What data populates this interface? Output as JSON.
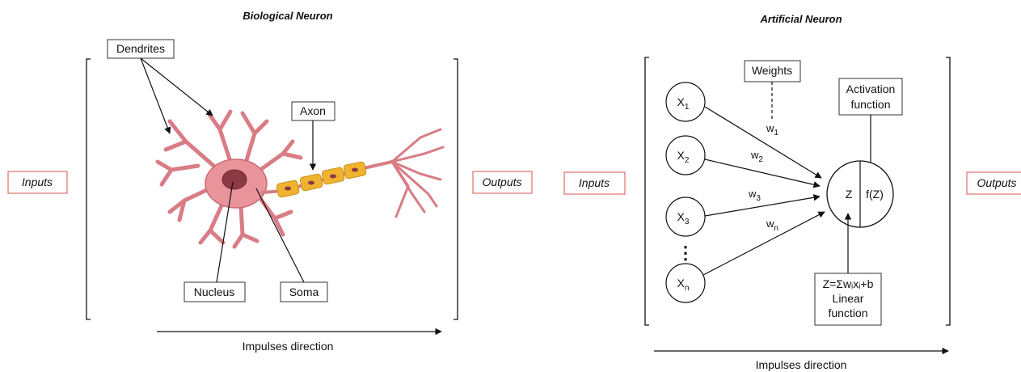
{
  "biological": {
    "title": "Biological Neuron",
    "dendrites": "Dendrites",
    "axon": "Axon",
    "nucleus": "Nucleus",
    "soma": "Soma",
    "inputs": "Inputs",
    "outputs": "Outputs",
    "direction": "Impulses direction"
  },
  "artificial": {
    "title": "Artificial Neuron",
    "inputs": "Inputs",
    "outputs": "Outputs",
    "weights": "Weights",
    "activation_line1": "Activation",
    "activation_line2": "function",
    "x_base": "X",
    "x_subscripts": [
      "1",
      "2",
      "3",
      "n"
    ],
    "ellipsis": "⋮",
    "w_base": "w",
    "w_subscripts": [
      "1",
      "2",
      "3",
      "n"
    ],
    "z_label": "Z",
    "fz_label": "f(Z)",
    "linear_formula": "Z=Σwᵢxᵢ+b",
    "linear_line2": "Linear",
    "linear_line3": "function",
    "direction": "Impulses direction"
  },
  "colors": {
    "io_border": "#d9534f",
    "soma_fill": "#e8949a",
    "nucleus_fill": "#8b3a44",
    "myelin_fill": "#f0b330",
    "line": "#111111"
  }
}
